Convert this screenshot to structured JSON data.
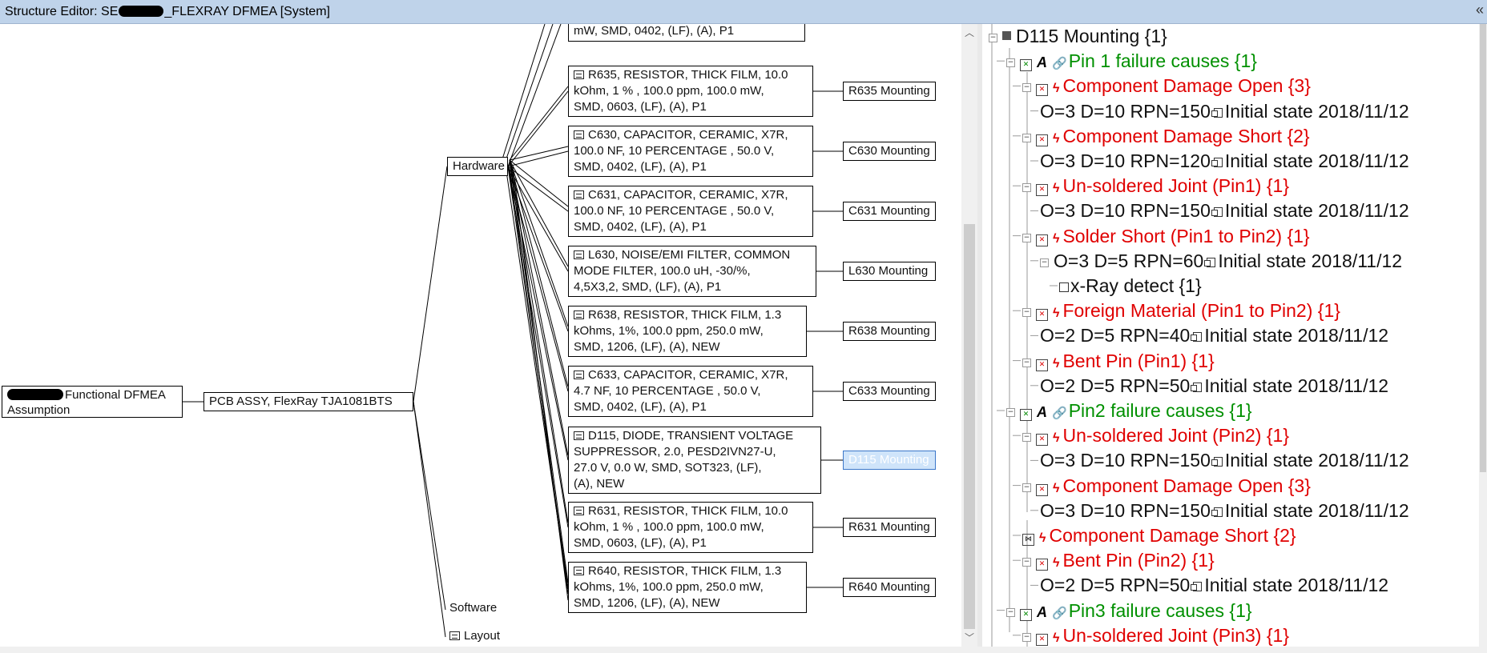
{
  "window": {
    "title_prefix": "Structure Editor: ",
    "title_partial": "SE",
    "title_suffix": "_FLEXRAY DFMEA [System]",
    "corner_glyph": "«"
  },
  "tree_left": {
    "root": {
      "line1": "Functional DFMEA",
      "line2": "Assumption"
    },
    "assembly": "PCB ASSY, FlexRay TJA1081BTS",
    "groups": {
      "hardware": "Hardware",
      "software": "Software",
      "layout": "Layout"
    },
    "partial_top_text": "mW, SMD, 0402, (LF), (A), P1",
    "components": [
      {
        "lines": [
          "R635, RESISTOR, THICK FILM, 10.0",
          "kOhm, 1 % , 100.0 ppm, 100.0 mW,",
          "SMD, 0603, (LF), (A), P1"
        ],
        "function": "R635 Mounting"
      },
      {
        "lines": [
          "C630, CAPACITOR, CERAMIC, X7R,",
          "100.0 NF, 10 PERCENTAGE , 50.0 V,",
          "SMD, 0402, (LF), (A), P1"
        ],
        "function": "C630 Mounting"
      },
      {
        "lines": [
          "C631, CAPACITOR, CERAMIC, X7R,",
          "100.0 NF, 10 PERCENTAGE , 50.0 V,",
          "SMD, 0402, (LF), (A), P1"
        ],
        "function": "C631 Mounting"
      },
      {
        "lines": [
          "L630, NOISE/EMI FILTER, COMMON",
          "MODE FILTER, 100.0 uH, -30/%,",
          "4,5X3,2, SMD, (LF), (A), P1"
        ],
        "function": "L630 Mounting"
      },
      {
        "lines": [
          "R638, RESISTOR, THICK FILM, 1.3",
          "kOhms, 1%, 100.0 ppm, 250.0 mW,",
          "SMD, 1206, (LF), (A), NEW"
        ],
        "function": "R638 Mounting"
      },
      {
        "lines": [
          "C633, CAPACITOR, CERAMIC, X7R,",
          "4.7 NF, 10 PERCENTAGE , 50.0 V,",
          "SMD, 0402, (LF), (A), P1"
        ],
        "function": "C633 Mounting"
      },
      {
        "lines": [
          "D115, DIODE, TRANSIENT VOLTAGE",
          "SUPPRESSOR, 2.0, PESD2IVN27-U,",
          "27.0 V, 0.0 W, SMD, SOT323, (LF),",
          "(A), NEW"
        ],
        "function": "D115 Mounting"
      },
      {
        "lines": [
          "R631, RESISTOR, THICK FILM, 10.0",
          "kOhm, 1 % , 100.0 ppm, 100.0 mW,",
          "SMD, 0603, (LF), (A), P1"
        ],
        "function": "R631 Mounting"
      },
      {
        "lines": [
          "R640, RESISTOR, THICK FILM, 1.3",
          "kOhms, 1%, 100.0 ppm, 250.0 mW,",
          "SMD, 1206, (LF), (A), NEW"
        ],
        "function": "R640 Mounting"
      }
    ]
  },
  "tree_right": {
    "rows": [
      {
        "text": "D115 Mounting {1}",
        "color": "black",
        "kind": "root"
      },
      {
        "text": "Pin 1 failure causes {1}",
        "color": "green",
        "kind": "function"
      },
      {
        "text": "Component Damage Open {3}",
        "color": "red",
        "kind": "failure"
      },
      {
        "text": "O=3 D=10 RPN=150",
        "extra": "Initial state 2018/11/12",
        "color": "black",
        "kind": "rating"
      },
      {
        "text": "Component Damage Short {2}",
        "color": "red",
        "kind": "failure"
      },
      {
        "text": "O=3 D=10 RPN=120",
        "extra": "Initial state 2018/11/12",
        "color": "black",
        "kind": "rating"
      },
      {
        "text": "Un-soldered Joint (Pin1) {1}",
        "color": "red",
        "kind": "failure"
      },
      {
        "text": "O=3 D=10 RPN=150",
        "extra": "Initial state 2018/11/12",
        "color": "black",
        "kind": "rating"
      },
      {
        "text": "Solder Short (Pin1 to Pin2) {1}",
        "color": "red",
        "kind": "failure"
      },
      {
        "text": "O=3 D=5 RPN=60",
        "extra": "Initial state 2018/11/12",
        "color": "black",
        "kind": "rating-expandable"
      },
      {
        "text": "x-Ray detect {1}",
        "color": "black",
        "kind": "detection"
      },
      {
        "text": "Foreign Material (Pin1 to Pin2) {1}",
        "color": "red",
        "kind": "failure"
      },
      {
        "text": "O=2 D=5 RPN=40",
        "extra": "Initial state 2018/11/12",
        "color": "black",
        "kind": "rating"
      },
      {
        "text": "Bent Pin (Pin1) {1}",
        "color": "red",
        "kind": "failure"
      },
      {
        "text": "O=2 D=5 RPN=50",
        "extra": "Initial state 2018/11/12",
        "color": "black",
        "kind": "rating"
      },
      {
        "text": "Pin2 failure causes {1}",
        "color": "green",
        "kind": "function"
      },
      {
        "text": "Un-soldered Joint (Pin2) {1}",
        "color": "red",
        "kind": "failure"
      },
      {
        "text": "O=3 D=10 RPN=150",
        "extra": "Initial state 2018/11/12",
        "color": "black",
        "kind": "rating"
      },
      {
        "text": "Component Damage Open {3}",
        "color": "red",
        "kind": "failure"
      },
      {
        "text": "O=3 D=10 RPN=150",
        "extra": "Initial state 2018/11/12",
        "color": "black",
        "kind": "rating"
      },
      {
        "text": "Component Damage Short {2}",
        "color": "red",
        "kind": "failure-ref"
      },
      {
        "text": "Bent Pin (Pin2) {1}",
        "color": "red",
        "kind": "failure"
      },
      {
        "text": "O=2 D=5 RPN=50",
        "extra": "Initial state 2018/11/12",
        "color": "black",
        "kind": "rating"
      },
      {
        "text": "Pin3 failure causes {1}",
        "color": "green",
        "kind": "function"
      },
      {
        "text": "Un-soldered Joint (Pin3) {1}",
        "color": "red",
        "kind": "failure"
      }
    ]
  },
  "colors": {
    "failure": "#e00000",
    "function": "#009000",
    "selection": "#cfe4fa",
    "titlebar": "#bfd3ea"
  },
  "icons": {
    "component": "datasheet-icon",
    "function": "function-icon",
    "failure": "failure-icon",
    "rating": "document-icon",
    "detection": "detection-icon",
    "link": "link-icon",
    "bolt": "failure-bolt-icon"
  }
}
